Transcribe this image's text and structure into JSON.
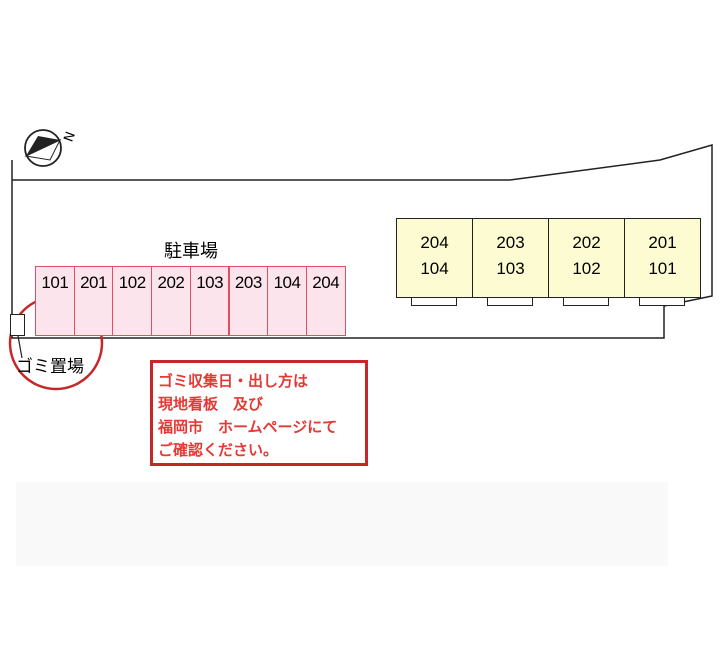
{
  "parking_label": "駐車場",
  "stalls": [
    "101",
    "201",
    "102",
    "202",
    "103",
    "203",
    "104",
    "204"
  ],
  "units": [
    {
      "upper": "204",
      "lower": "104"
    },
    {
      "upper": "203",
      "lower": "103"
    },
    {
      "upper": "202",
      "lower": "102"
    },
    {
      "upper": "201",
      "lower": "101"
    }
  ],
  "garbage_label": "ゴミ置場",
  "notice_lines": [
    "ゴミ収集日・出し方は",
    "現地看板　及び",
    "福岡市　ホームページにて",
    "ご確認ください。"
  ],
  "compass_letter": "N",
  "colors": {
    "stall_fill": "#fce4ec",
    "stall_border": "#e0505e",
    "unit_fill": "#fdfbd2",
    "notice_border": "#c62828",
    "notice_text": "#e53935",
    "circle": "#c62828"
  }
}
